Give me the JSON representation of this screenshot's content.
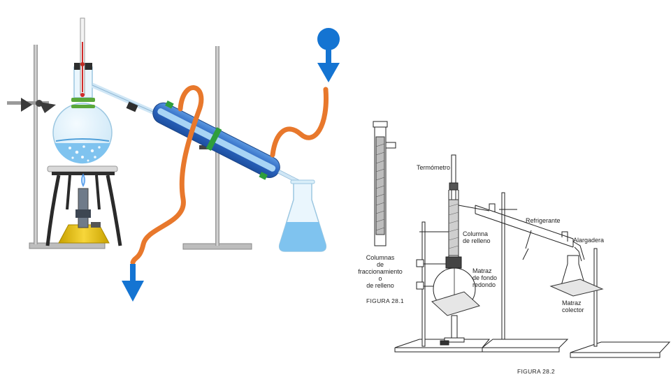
{
  "colors": {
    "water_arrow": "#1474d2",
    "hose": "#e8782c",
    "condenser_outer": "#2e6fc8",
    "condenser_inner": "#8fc6f0",
    "liquid": "#7fc3ef",
    "stand": "#b8b8b8",
    "burner": "#f2c418"
  },
  "icons": [
    "down-arrow-icon",
    "water-drop-icon"
  ],
  "figure_right": {
    "labels": {
      "termometro": "Termómetro",
      "columna_line1": "Columna",
      "columna_line2": "de relleno",
      "refrigerante": "Refrigerante",
      "alargadera": "Alargadera",
      "matraz_fondo_line1": "Matraz",
      "matraz_fondo_line2": "de fondo",
      "matraz_fondo_line3": "redondo",
      "matraz_colector_line1": "Matraz",
      "matraz_colector_line2": "colector",
      "columnas_line1": "Columnas",
      "columnas_line2": "de",
      "columnas_line3": "fraccionamiento",
      "columnas_line4": "o",
      "columnas_line5": "de relleno"
    },
    "captions": {
      "fig1": "FIGURA 28.1",
      "fig2": "FIGURA 28.2"
    }
  }
}
